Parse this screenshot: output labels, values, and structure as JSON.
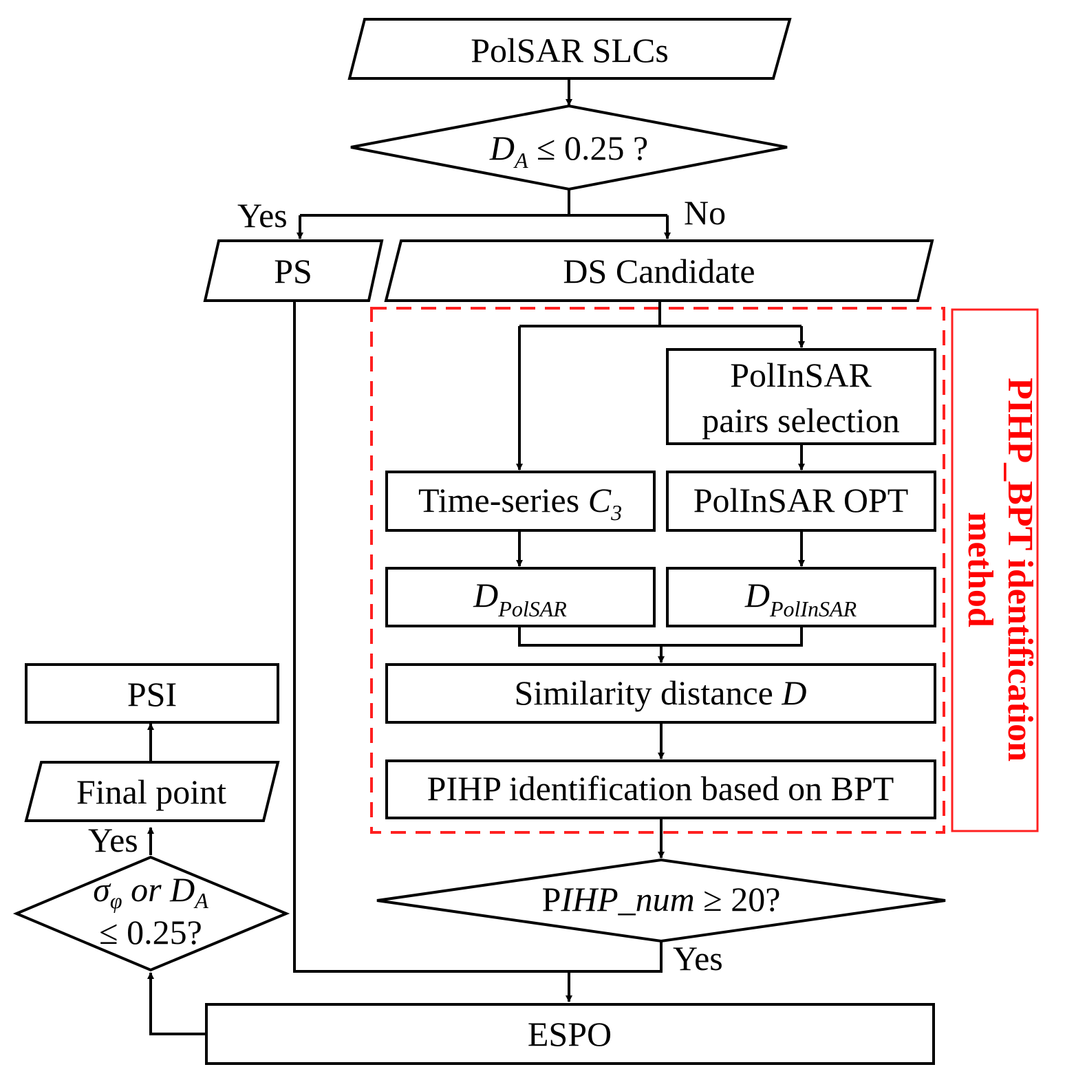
{
  "nodes": {
    "polsar_slcs": "PolSAR SLCs",
    "da_test": {
      "var": "D",
      "sub": "A",
      "rest": " ≤ 0.25 ?"
    },
    "ps": "PS",
    "ds_candidate": "DS Candidate",
    "polinsar_pairs_line1": "PolInSAR",
    "polinsar_pairs_line2": "pairs selection",
    "time_series": {
      "text": "Time-series ",
      "var": "C",
      "sub": "3"
    },
    "polinsar_opt": "PolInSAR OPT",
    "d_polsar": {
      "var": "D",
      "sub": "PolSAR"
    },
    "d_polinsar": {
      "var": "D",
      "sub": "PolInSAR"
    },
    "similarity": {
      "text": "Similarity distance ",
      "var": "D"
    },
    "pihp_ident": "PIHP identification based on BPT",
    "pihp_num_test": {
      "p": "P",
      "rest": "IHP_num",
      "cmp": " ≥ 20?"
    },
    "espo": "ESPO",
    "sigma_test": {
      "sigma": "σ",
      "sub": "φ",
      "or": " or ",
      "var": "D",
      "sub2": "A",
      "line2": "≤ 0.25?"
    },
    "final_point": "Final point",
    "psi": "PSI"
  },
  "edge_labels": {
    "yes_ps": "Yes",
    "no_ds": "No",
    "yes_pihp": "Yes",
    "yes_final": "Yes"
  },
  "group": {
    "label_line1": "PIHP_BPT identification",
    "label_line2": "method",
    "color": "#ff0000"
  }
}
